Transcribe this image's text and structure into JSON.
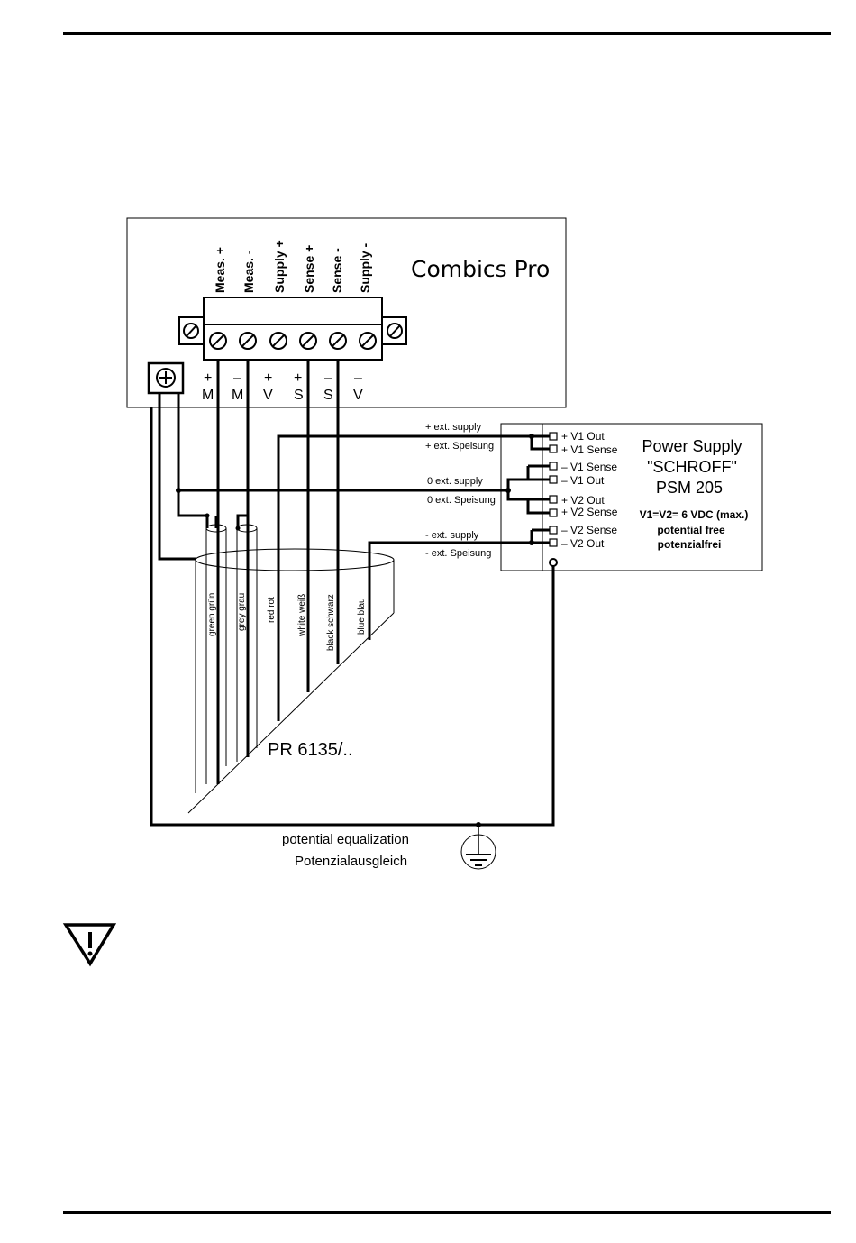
{
  "device": {
    "title": "Combics Pro",
    "terminal_labels": [
      "Meas. +",
      "Meas. -",
      "Supply +",
      "Sense +",
      "Sense -",
      "Supply -"
    ],
    "pin_signs": [
      "+",
      "–",
      "+",
      "+",
      "–",
      "–"
    ],
    "pin_letters": [
      "M",
      "M",
      "V",
      "S",
      "S",
      "V"
    ]
  },
  "wires": {
    "plus_supply": "+ ext. supply",
    "plus_speisung": "+ ext. Speisung",
    "zero_supply": "0 ext. supply",
    "zero_speisung": "0 ext. Speisung",
    "minus_supply": "- ext. supply",
    "minus_speisung": "- ext. Speisung"
  },
  "power_supply": {
    "title": "Power Supply",
    "maker": "\"SCHROFF\"",
    "model": "PSM 205",
    "spec": "V1=V2= 6 VDC (max.)",
    "note_en": "potential free",
    "note_de": "potenzialfrei",
    "terminals": [
      "+ V1 Out",
      "+ V1 Sense",
      "– V1 Sense",
      "– V1 Out",
      "+ V2 Out",
      "+ V2 Sense",
      "– V2 Sense",
      "– V2 Out"
    ]
  },
  "cable": {
    "model": "PR 6135/..",
    "colors": [
      "green   grün",
      "grey   grau",
      "red   rot",
      "white   weiß",
      "black   schwarz",
      "blue   blau"
    ]
  },
  "ground": {
    "label_en": "potential equalization",
    "label_de": "Potenzialausgleich"
  },
  "warning_icon": "warning-triangle-icon"
}
